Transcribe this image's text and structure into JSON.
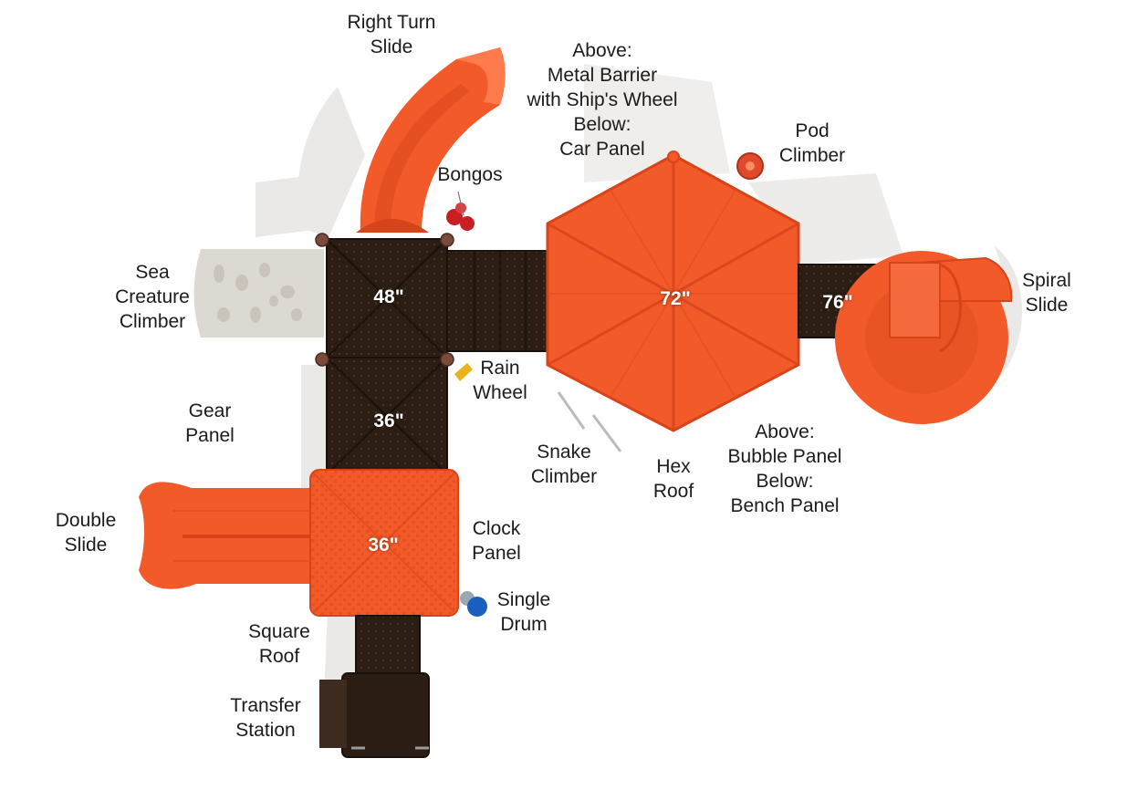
{
  "colors": {
    "orange": "#f25a2a",
    "orange_dark": "#d8441a",
    "deck": "#2b1d14",
    "deck_line": "#3d2b1f",
    "shadow": "#e6e4e2",
    "stone": "#dcd8d2",
    "drum_blue": "#1d5fc0",
    "bongo_red": "#c81e22",
    "wheel_yellow": "#e8b31c"
  },
  "deck_heights": {
    "deck_48": "48\"",
    "deck_36_mid": "36\"",
    "deck_36_roof": "36\"",
    "deck_72": "72\"",
    "deck_76": "76\""
  },
  "callouts": {
    "right_turn_slide": [
      "Right Turn",
      "Slide"
    ],
    "metal_barrier": [
      "Above:",
      "Metal Barrier",
      "with Ship's Wheel",
      "Below:",
      "Car Panel"
    ],
    "pod_climber": [
      "Pod",
      "Climber"
    ],
    "bongos": [
      "Bongos"
    ],
    "sea_creature_climber": [
      "Sea",
      "Creature",
      "Climber"
    ],
    "spiral_slide": [
      "Spiral",
      "Slide"
    ],
    "rain_wheel": [
      "Rain",
      "Wheel"
    ],
    "gear_panel": [
      "Gear",
      "Panel"
    ],
    "snake_climber": [
      "Snake",
      "Climber"
    ],
    "hex_roof": [
      "Hex",
      "Roof"
    ],
    "bubble_panel": [
      "Above:",
      "Bubble Panel",
      "Below:",
      "Bench Panel"
    ],
    "double_slide": [
      "Double",
      "Slide"
    ],
    "clock_panel": [
      "Clock",
      "Panel"
    ],
    "single_drum": [
      "Single",
      "Drum"
    ],
    "square_roof": [
      "Square",
      "Roof"
    ],
    "transfer_station": [
      "Transfer",
      "Station"
    ]
  }
}
